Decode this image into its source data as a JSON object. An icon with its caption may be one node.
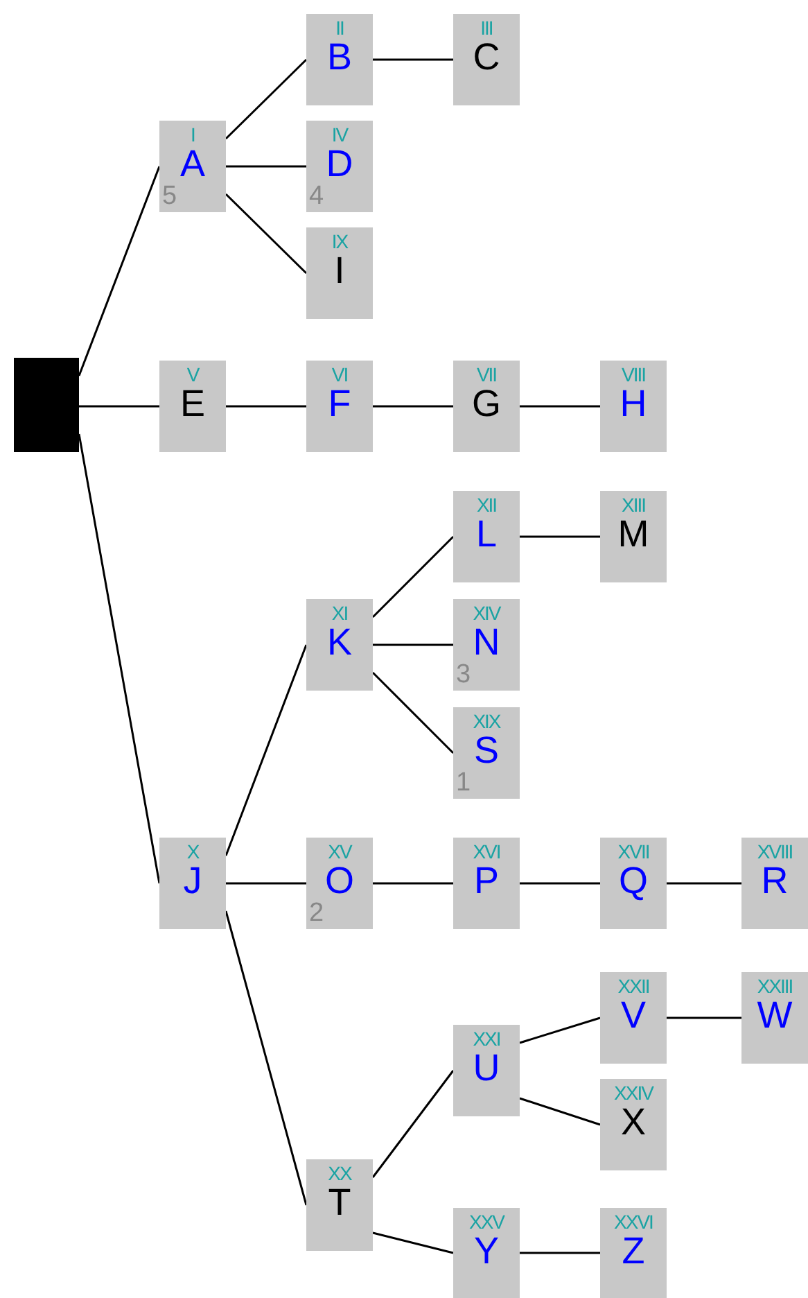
{
  "diagram": {
    "nodes": [
      {
        "text": [],
        "shape": "box"
      },
      {
        "text": [
          "I",
          "A",
          "5"
        ]
      },
      {
        "text": [
          "II",
          "B"
        ]
      },
      {
        "text": [
          "III",
          "C"
        ]
      },
      {
        "text": [
          "IV",
          "D",
          "4"
        ]
      },
      {
        "text": [
          "IX",
          "I"
        ]
      },
      {
        "text": [
          "V",
          "E"
        ]
      },
      {
        "text": [
          "VI",
          "F"
        ]
      },
      {
        "text": [
          "VII",
          "G"
        ]
      },
      {
        "text": [
          "VIII",
          "H"
        ]
      },
      {
        "text": [
          "X",
          "J"
        ]
      },
      {
        "text": [
          "XI",
          "K"
        ]
      },
      {
        "text": [
          "XII",
          "L"
        ]
      },
      {
        "text": [
          "XIII",
          "M"
        ]
      },
      {
        "text": [
          "XIV",
          "N",
          "3"
        ]
      },
      {
        "text": [
          "XIX",
          "S",
          "1"
        ]
      },
      {
        "text": [
          "XV",
          "O",
          "2"
        ]
      },
      {
        "text": [
          "XVI",
          "P"
        ]
      },
      {
        "text": [
          "XVII",
          "Q"
        ]
      },
      {
        "text": [
          "XVIII",
          "R"
        ]
      },
      {
        "text": [
          "XX",
          "T"
        ]
      },
      {
        "text": [
          "XXI",
          "U"
        ]
      },
      {
        "text": [
          "XXII",
          "V"
        ]
      },
      {
        "text": [
          "XXIII",
          "W"
        ]
      },
      {
        "text": [
          "XXIV",
          "X"
        ]
      },
      {
        "text": [
          "XXV",
          "Y"
        ]
      },
      {
        "text": [
          "XXVI",
          "Z"
        ]
      }
    ],
    "edges": [
      {
        "from": 0,
        "to": 1,
        "arrow": "none"
      },
      {
        "from": 0,
        "to": 6,
        "arrow": "none"
      },
      {
        "from": 0,
        "to": 10,
        "arrow": "none"
      },
      {
        "from": 1,
        "to": 2,
        "arrow": "none"
      },
      {
        "from": 1,
        "to": 4,
        "arrow": "none"
      },
      {
        "from": 1,
        "to": 5,
        "arrow": "none"
      },
      {
        "from": 2,
        "to": 3,
        "arrow": "none"
      },
      {
        "from": 6,
        "to": 7,
        "arrow": "none"
      },
      {
        "from": 7,
        "to": 8,
        "arrow": "none"
      },
      {
        "from": 8,
        "to": 9,
        "arrow": "none"
      },
      {
        "from": 10,
        "to": 11,
        "arrow": "none"
      },
      {
        "from": 10,
        "to": 16,
        "arrow": "none"
      },
      {
        "from": 10,
        "to": 20,
        "arrow": "none"
      },
      {
        "from": 11,
        "to": 12,
        "arrow": "none"
      },
      {
        "from": 11,
        "to": 14,
        "arrow": "none"
      },
      {
        "from": 11,
        "to": 15,
        "arrow": "none"
      },
      {
        "from": 12,
        "to": 13,
        "arrow": "none"
      },
      {
        "from": 16,
        "to": 17,
        "arrow": "none"
      },
      {
        "from": 17,
        "to": 18,
        "arrow": "none"
      },
      {
        "from": 18,
        "to": 19,
        "arrow": "none"
      },
      {
        "from": 20,
        "to": 21,
        "arrow": "none"
      },
      {
        "from": 20,
        "to": 25,
        "arrow": "none"
      },
      {
        "from": 21,
        "to": 22,
        "arrow": "none"
      },
      {
        "from": 21,
        "to": 24,
        "arrow": "none"
      },
      {
        "from": 22,
        "to": 23,
        "arrow": "none"
      },
      {
        "from": 25,
        "to": 26,
        "arrow": "none"
      }
    ]
  }
}
